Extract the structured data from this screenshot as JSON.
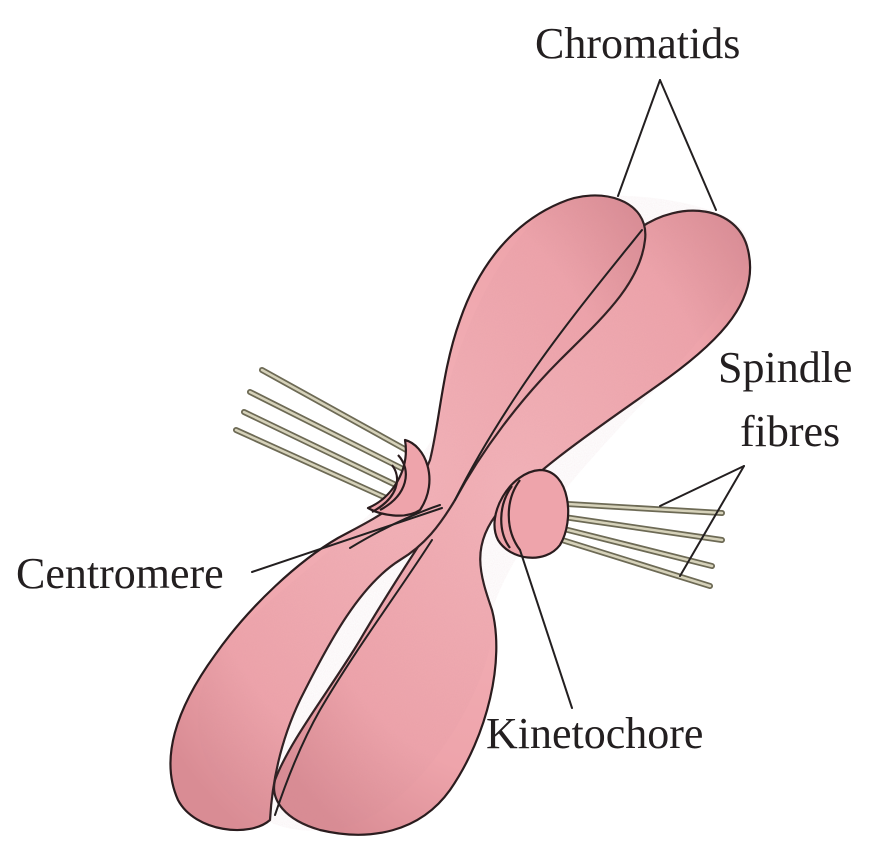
{
  "labels": {
    "chromatids": "Chromatids",
    "spindle_line1": "Spindle",
    "spindle_line2": "fibres",
    "centromere": "Centromere",
    "kinetochore": "Kinetochore"
  },
  "colors": {
    "chromatid_fill": "#eea4ab",
    "outline": "#2a1c1e",
    "fibre": "#6d6a55",
    "text": "#231f20"
  }
}
